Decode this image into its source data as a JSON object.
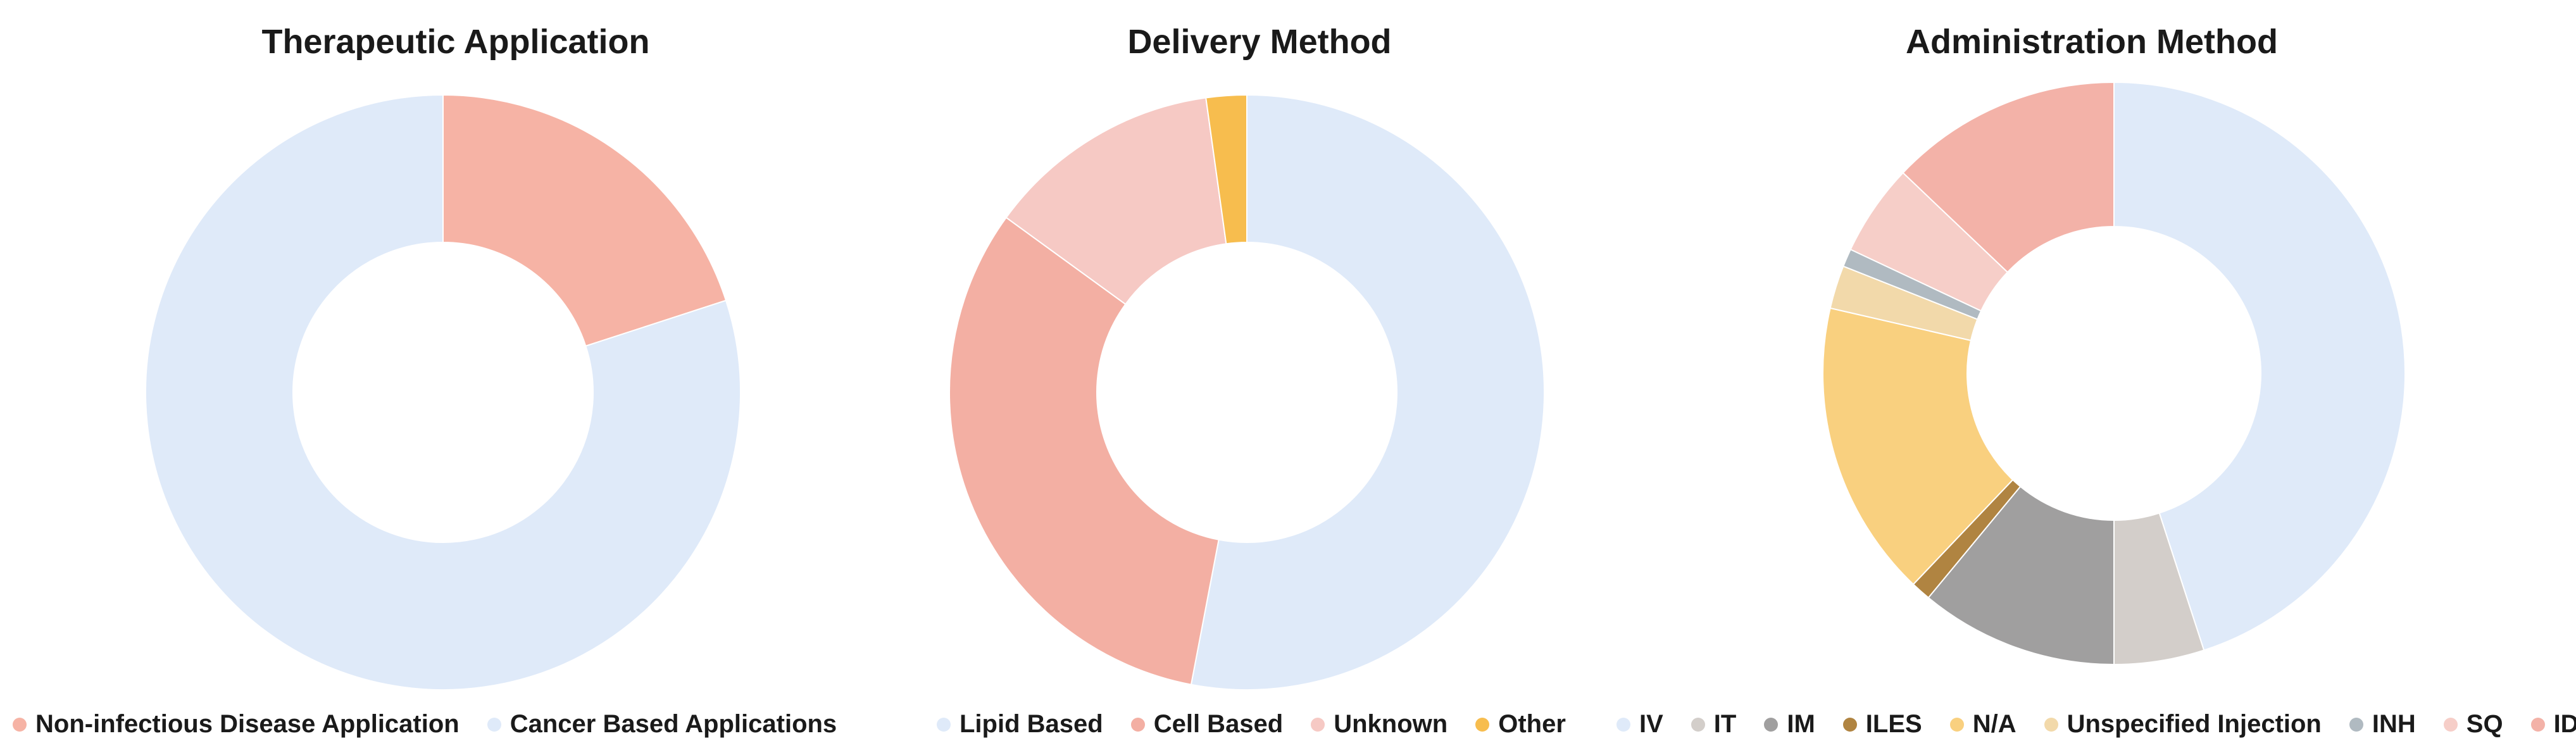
{
  "chart_data": [
    {
      "type": "donut",
      "title": "Therapeutic Application",
      "legend_position": "bottom",
      "series": [
        {
          "name": "Non-infectious Disease Application",
          "value": 20,
          "color": "#F6B3A5"
        },
        {
          "name": "Cancer Based Applications",
          "value": 80,
          "color": "#DFEAF9"
        }
      ]
    },
    {
      "type": "donut",
      "title": "Delivery Method",
      "legend_position": "bottom",
      "series": [
        {
          "name": "Lipid Based",
          "value": 53,
          "color": "#DFEAF9"
        },
        {
          "name": "Cell Based",
          "value": 32,
          "color": "#F3AFA3"
        },
        {
          "name": "Unknown",
          "value": 12.8,
          "color": "#F6C9C4"
        },
        {
          "name": "Other",
          "value": 2.2,
          "color": "#F7BD4E"
        }
      ]
    },
    {
      "type": "donut",
      "title": "Administration Method",
      "legend_position": "bottom",
      "series": [
        {
          "name": "IV",
          "value": 45,
          "color": "#DFEAF9"
        },
        {
          "name": "IT",
          "value": 5,
          "color": "#D3CECA"
        },
        {
          "name": "IM",
          "value": 11,
          "color": "#A09F9F"
        },
        {
          "name": "ILES",
          "value": 1.1,
          "color": "#B08441"
        },
        {
          "name": "N/A",
          "value": 16.5,
          "color": "#F9D07F"
        },
        {
          "name": "Unspecified Injection",
          "value": 2.4,
          "color": "#F2D9AA"
        },
        {
          "name": "INH",
          "value": 1.0,
          "color": "#B0BAC1"
        },
        {
          "name": "SQ",
          "value": 5.1,
          "color": "#F6CEC8"
        },
        {
          "name": "ID",
          "value": 12.9,
          "color": "#F3B2A8"
        }
      ]
    }
  ]
}
